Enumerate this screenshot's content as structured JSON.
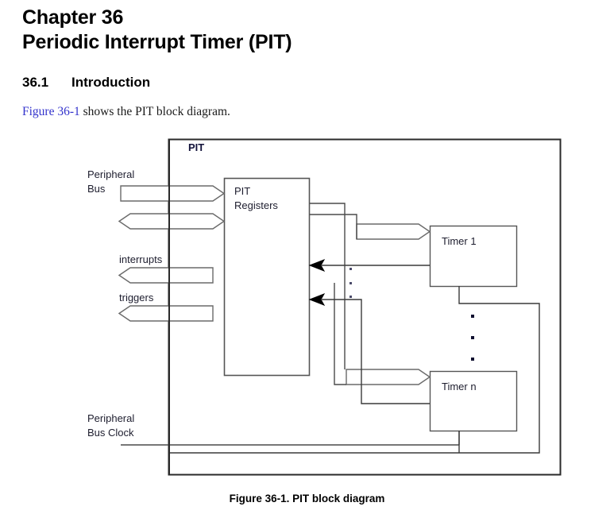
{
  "document": {
    "chapter_number": "Chapter 36",
    "chapter_title": "Periodic Interrupt Timer (PIT)",
    "section_number": "36.1",
    "section_title": "Introduction",
    "intro_xref": "Figure 36-1",
    "intro_rest": " shows the PIT block diagram.",
    "figure_caption": "Figure 36-1. PIT block diagram",
    "link_color": "#3333cc",
    "text_color": "#000000"
  },
  "diagram": {
    "outer_block_label": "PIT",
    "registers_block": {
      "line1": "PIT",
      "line2": "Registers"
    },
    "timers": [
      {
        "label": "Timer 1"
      },
      {
        "label": "Timer n"
      }
    ],
    "signals": [
      {
        "name": "peripheral-bus",
        "line1": "Peripheral",
        "line2": "Bus",
        "direction": "in"
      },
      {
        "name": "peripheral-bus-bidir",
        "line1": "",
        "line2": "",
        "direction": "bidirectional"
      },
      {
        "name": "interrupts",
        "line1": "interrupts",
        "line2": "",
        "direction": "out"
      },
      {
        "name": "triggers",
        "line1": "triggers",
        "line2": "",
        "direction": "out"
      },
      {
        "name": "peripheral-bus-clock",
        "line1": "Peripheral",
        "line2": "Bus Clock",
        "direction": "in"
      }
    ],
    "ellipsis_between_timers": "▪",
    "line_color": "#3a3a3a",
    "block_border_color": "#555555"
  }
}
